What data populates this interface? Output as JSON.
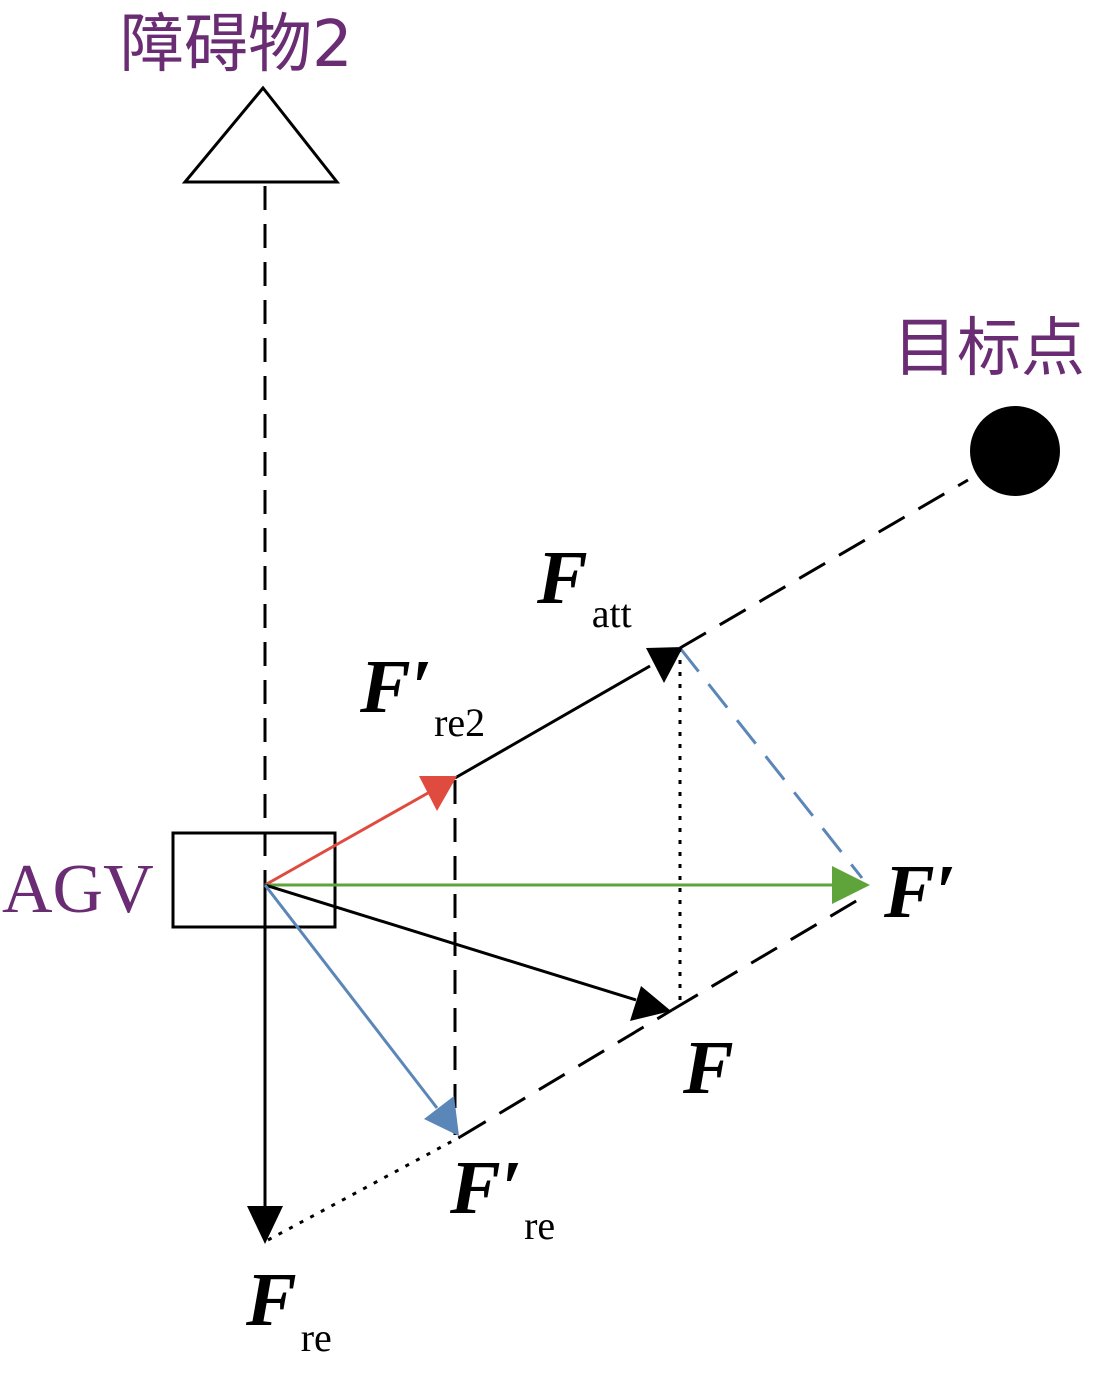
{
  "colors": {
    "label_purple": "#6a2c73",
    "red": "#e04b3f",
    "green": "#5fa33b",
    "blue": "#5b86b8",
    "blue_dashed": "#5b86b8",
    "black": "#000000"
  },
  "labels": {
    "obstacle": "障碍物2",
    "target": "目标点",
    "agv": "AGV",
    "f_att": {
      "main": "F",
      "sub": "att"
    },
    "f_re2_prime": {
      "main": "F′",
      "sub": "re2"
    },
    "f_prime": {
      "main": "F′"
    },
    "f": {
      "main": "F"
    },
    "f_re_prime": {
      "main": "F′",
      "sub": "re"
    },
    "f_re": {
      "main": "F",
      "sub": "re"
    }
  }
}
